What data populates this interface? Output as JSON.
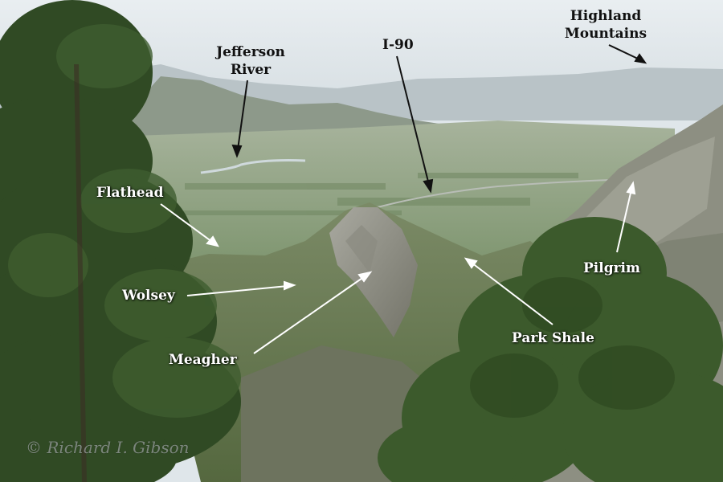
{
  "labels": {
    "highland": "Highland\nMountains",
    "jefferson": "Jefferson\nRiver",
    "i90": "I-90",
    "flathead": "Flathead",
    "wolsey": "Wolsey",
    "meagher": "Meagher",
    "park_shale": "Park Shale",
    "pilgrim": "Pilgrim"
  },
  "watermark": "© Richard I. Gibson",
  "colors": {
    "sky": "#e6ecef",
    "haze": "#c9d3d8",
    "valley": "#8fa37f",
    "dark_label": "#111111",
    "light_label": "#ffffff",
    "pine": "#3f5a2e",
    "rock": "#9a9a8f"
  }
}
